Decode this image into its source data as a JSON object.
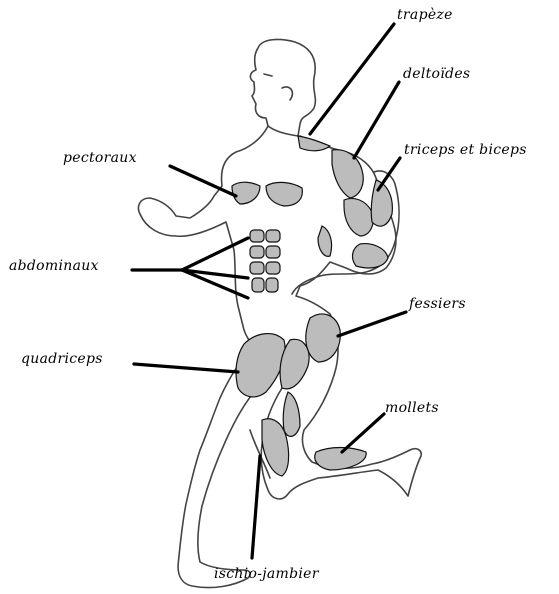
{
  "diagram": {
    "line_color": "#000000",
    "fill_color": "#ffffff",
    "labels": {
      "trapeze": "trapèze",
      "deltoides": "deltoïdes",
      "triceps_biceps": "triceps et biceps",
      "pectoraux": "pectoraux",
      "abdominaux": "abdominaux",
      "fessiers": "fessiers",
      "quadriceps": "quadriceps",
      "mollets": "mollets",
      "ischio_jambier": "ischio-jambier"
    }
  }
}
